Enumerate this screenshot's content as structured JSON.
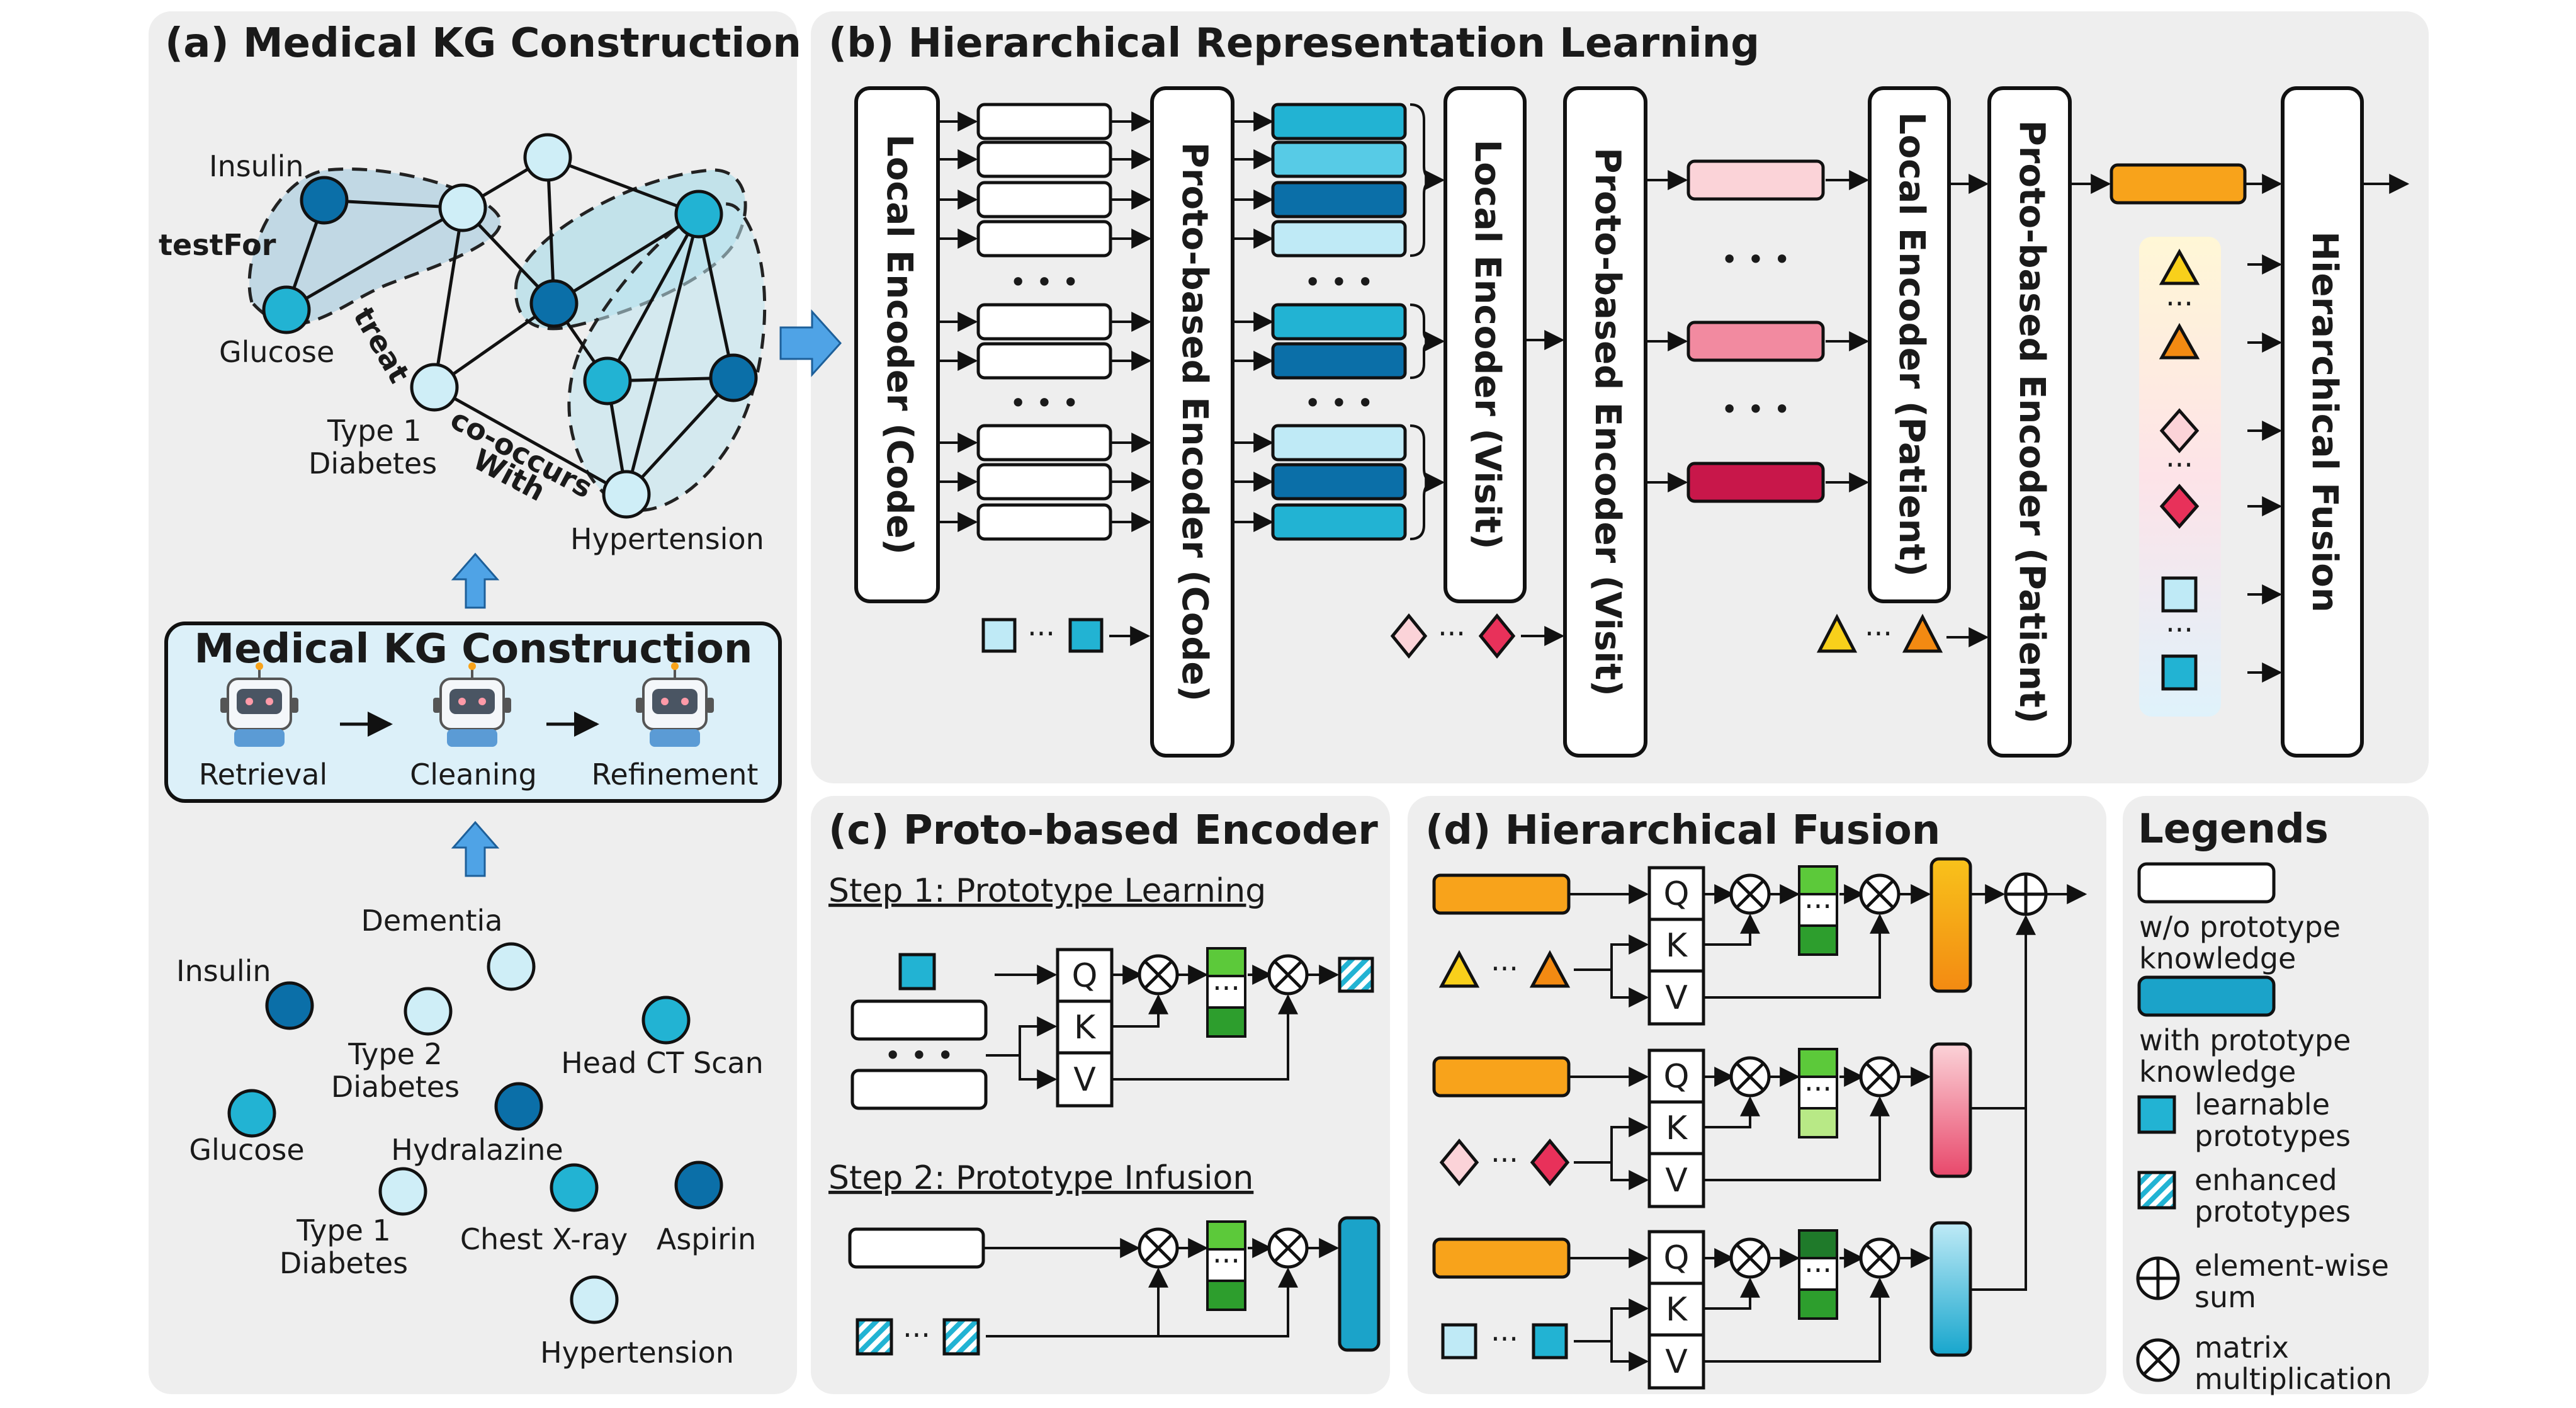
{
  "panel_a": {
    "title": "(a) Medical KG Construction",
    "graph_labels": {
      "insulin": "Insulin",
      "test_for": "testFor",
      "glucose": "Glucose",
      "treat": "treat",
      "type1_diabetes_line1": "Type 1",
      "type1_diabetes_line2": "Diabetes",
      "co_occurs_line1": "co-occurs",
      "co_occurs_line2": "With",
      "hypertension": "Hypertension"
    },
    "construction_box": {
      "title": "Medical KG Construction",
      "steps": [
        "Retrieval",
        "Cleaning",
        "Refinement"
      ]
    },
    "entities": {
      "dementia": "Dementia",
      "insulin": "Insulin",
      "type2_line1": "Type 2",
      "type2_line2": "Diabetes",
      "head_ct": "Head CT Scan",
      "glucose": "Glucose",
      "hydralazine": "Hydralazine",
      "type1_line1": "Type 1",
      "type1_line2": "Diabetes",
      "chest_xray": "Chest X-ray",
      "aspirin": "Aspirin",
      "hypertension": "Hypertension"
    }
  },
  "panel_b": {
    "title": "(b) Hierarchical Representation Learning",
    "encoders": {
      "local_code": "Local Encoder (Code)",
      "proto_code": "Proto-based Encoder (Code)",
      "local_visit": "Local Encoder (Visit)",
      "proto_visit": "Proto-based Encoder (Visit)",
      "local_patient": "Local Encoder (Patient)",
      "proto_patient": "Proto-based Encoder (Patient)",
      "fusion": "Hierarchical Fusion"
    },
    "ellipsis": "• • •",
    "dots": "···",
    "vdots": "⋮"
  },
  "panel_c": {
    "title": "(c) Proto-based Encoder",
    "step1": "Step 1: Prototype Learning",
    "step2": "Step 2: Prototype Infusion",
    "q": "Q",
    "k": "K",
    "v": "V",
    "ellipsis": "• • •",
    "dots": "···"
  },
  "panel_d": {
    "title": "(d) Hierarchical Fusion",
    "q": "Q",
    "k": "K",
    "v": "V",
    "dots": "···"
  },
  "legend": {
    "title": "Legends",
    "items": [
      {
        "line1": "w/o prototype",
        "line2": "knowledge"
      },
      {
        "line1": "with prototype",
        "line2": "knowledge"
      },
      {
        "line1": "learnable",
        "line2": "prototypes"
      },
      {
        "line1": "enhanced",
        "line2": "prototypes"
      },
      {
        "line1": "element-wise",
        "line2": "sum"
      },
      {
        "line1": "matrix",
        "line2": "multiplication"
      }
    ]
  },
  "colors": {
    "panel_bg": "#eeeeee",
    "node_light": "#cfeef7",
    "node_mid": "#22b3d3",
    "node_dark": "#0b6fa8",
    "orange": "#f8a31b",
    "pink_light": "#fbd3d8",
    "pink_mid": "#f28aa0",
    "crimson": "#c8174a",
    "green_dark": "#2d9e2d",
    "green_light": "#b8e986",
    "arrow_blue": "#4fa3e6"
  }
}
